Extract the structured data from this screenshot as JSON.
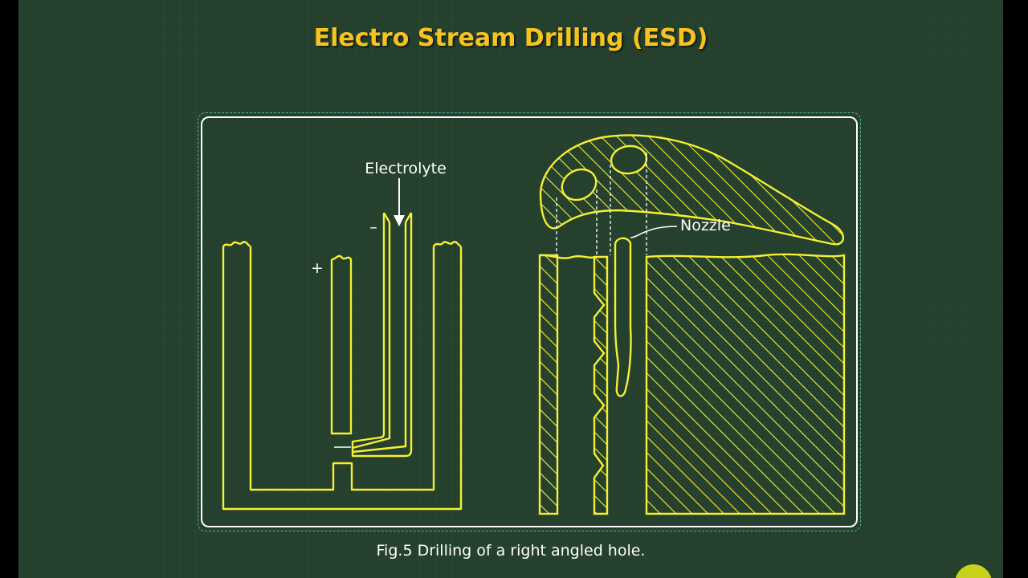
{
  "slide": {
    "title": "Electro Stream Drilling (ESD)",
    "caption": "Fig.5 Drilling of a right angled hole."
  },
  "diagram": {
    "labels": {
      "electrolyte": "Electrolyte",
      "minus": "–",
      "plus": "+",
      "nozzle": "Nozzle"
    }
  },
  "colors": {
    "background": "#25402d",
    "title": "#f7c320",
    "drawing": "#f5f032",
    "text": "#ffffff"
  }
}
